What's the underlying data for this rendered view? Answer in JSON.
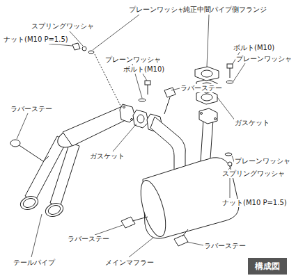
{
  "diagram": {
    "nodes": [
      {
        "text": [
          "構成図"
        ]
      }
    ],
    "labels": [
      "プレーンワッシャ",
      "純正中間パイプ側フランジ",
      "スプリングワッシャ",
      "ナット(M10 P=1.5)",
      "プレーンワッシャ",
      "ボルト(M10)",
      "ボルト(M10)",
      "プレーンワッシャ",
      "ラバーステー",
      "ラバーステー",
      "ガスケット",
      "ガスケット",
      "プレーンワッシャ",
      "スプリングワッシャ",
      "ナット(M10 P=1.5)",
      "ラバーステー",
      "ラバーステー",
      "テールパイプ",
      "メインマフラー"
    ]
  }
}
